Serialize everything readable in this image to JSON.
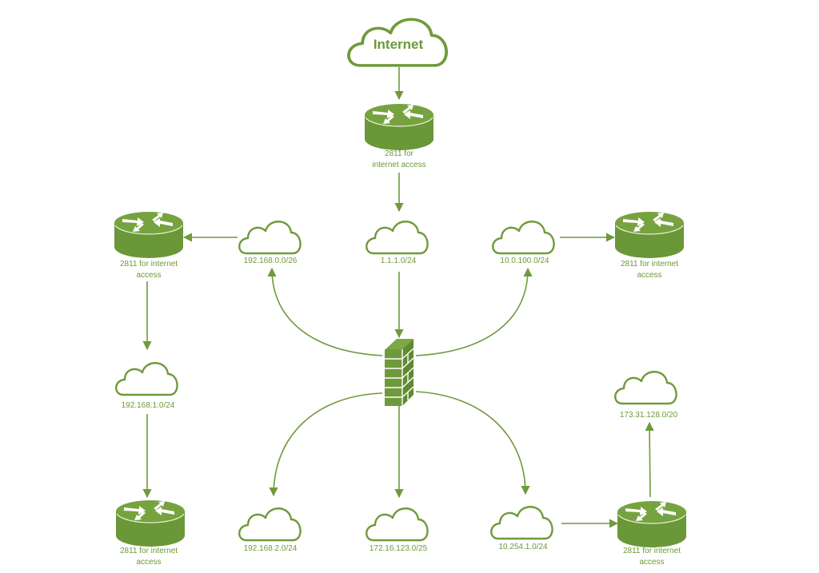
{
  "title": "Network topology diagram",
  "colors": {
    "accent": "#6f9a3b",
    "line": "#6f9a3b",
    "router_body": "#6f9a3b",
    "router_top": "#75a23f",
    "router_side": "#689435",
    "white": "#ffffff"
  },
  "internet": {
    "label": "Internet"
  },
  "routers": [
    {
      "id": "r-top",
      "label_line1": "2811 for",
      "label_line2": "internet access"
    },
    {
      "id": "r-left-top",
      "label_line1": "2811 for internet",
      "label_line2": "access"
    },
    {
      "id": "r-right-top",
      "label_line1": "2811 for internet",
      "label_line2": "access"
    },
    {
      "id": "r-left-bottom",
      "label_line1": "2811 for internet",
      "label_line2": "access"
    },
    {
      "id": "r-right-bottom",
      "label_line1": "2811 for internet",
      "label_line2": "access"
    }
  ],
  "networks": [
    {
      "id": "n-192-168-0",
      "label": "192.168.0.0/26"
    },
    {
      "id": "n-1-1-1",
      "label": "1.1.1.0/24"
    },
    {
      "id": "n-10-0-100",
      "label": "10.0.100.0/24"
    },
    {
      "id": "n-192-168-1",
      "label": "192.168.1.0/24"
    },
    {
      "id": "n-173-31-128",
      "label": "173.31.128.0/20"
    },
    {
      "id": "n-192-168-2",
      "label": "192.168.2.0/24"
    },
    {
      "id": "n-172-16-123",
      "label": "172.16.123.0/25"
    },
    {
      "id": "n-10-254-1",
      "label": "10.254.1.0/24"
    }
  ],
  "firewall": {
    "icon": "firewall-icon"
  }
}
